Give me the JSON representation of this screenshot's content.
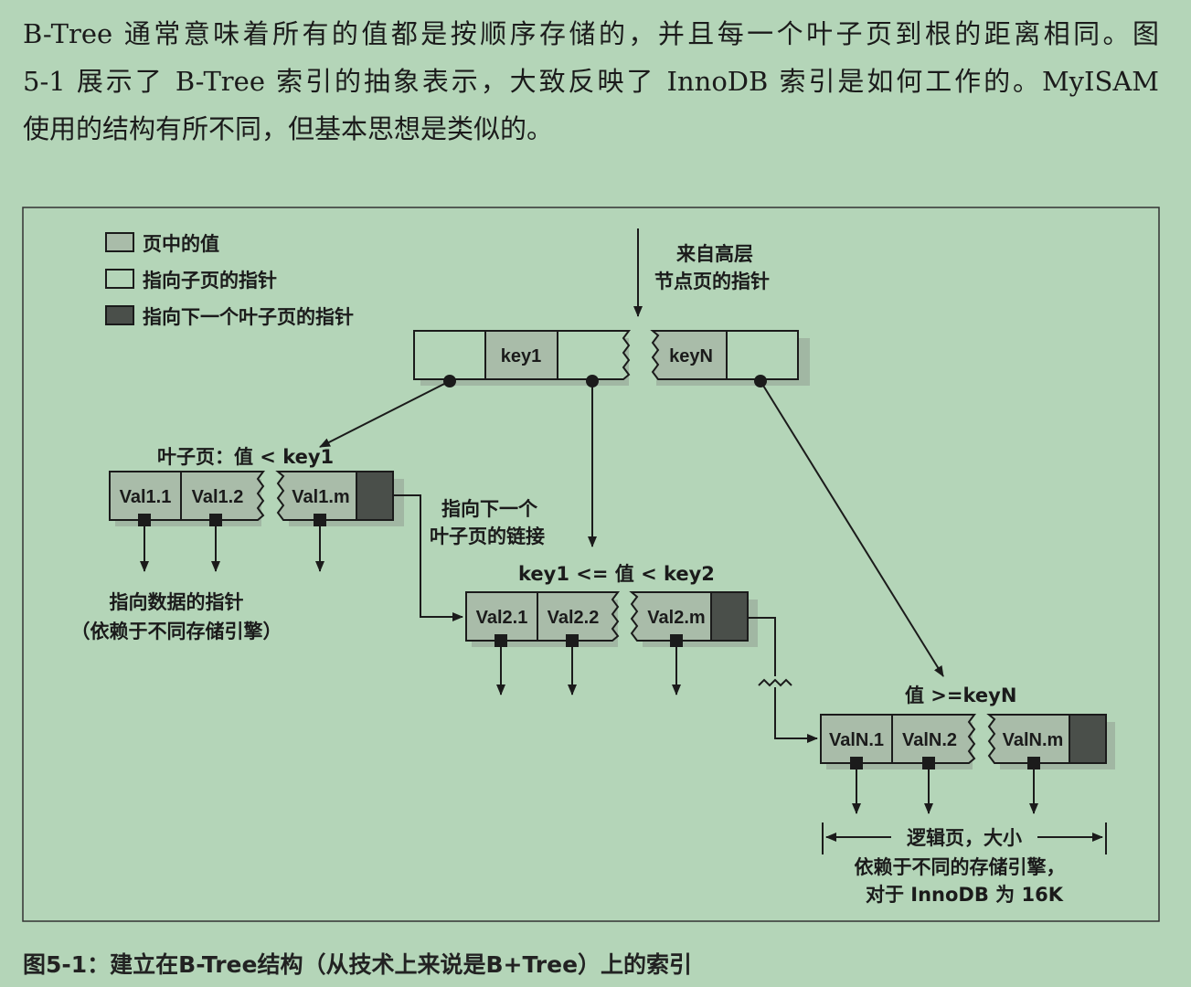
{
  "body_text": {
    "line1": "B-Tree 通常意味着所有的值都是按顺序存储的，并且每一个叶子页到根的距离相同。图",
    "line2": "5-1 展示了 B-Tree 索引的抽象表示，大致反映了 InnoDB 索引是如何工作的。MyISAM",
    "line3": "使用的结构有所不同，但基本思想是类似的。"
  },
  "legend": {
    "value": "页中的值",
    "child_pointer": "指向子页的指针",
    "next_leaf_pointer": "指向下一个叶子页的指针"
  },
  "diagram": {
    "from_upper": [
      "来自高层",
      "节点页的指针"
    ],
    "root": {
      "key1": "key1",
      "keyN": "keyN"
    },
    "leaf1": {
      "label": "叶子页：值 < key1",
      "cells": [
        "Val1.1",
        "Val1.2",
        "Val1.m"
      ]
    },
    "leaf2": {
      "label": "key1 <= 值 < key2",
      "cells": [
        "Val2.1",
        "Val2.2",
        "Val2.m"
      ]
    },
    "leafN": {
      "label": "值 >=keyN",
      "cells": [
        "ValN.1",
        "ValN.2",
        "ValN.m"
      ]
    },
    "next_leaf_link": [
      "指向下一个",
      "叶子页的链接"
    ],
    "data_pointer": [
      "指向数据的指针",
      "（依赖于不同存储引擎）"
    ],
    "logical_page": [
      "逻辑页，大小",
      "依赖于不同的存储引擎，",
      "对于 InnoDB 为 16K"
    ]
  },
  "caption": "图5-1：建立在B-Tree结构（从技术上来说是B+Tree）上的索引",
  "colors": {
    "background": "#b4d5b8",
    "value_fill": "#a9bca9",
    "next_fill": "#4a4f4a"
  }
}
